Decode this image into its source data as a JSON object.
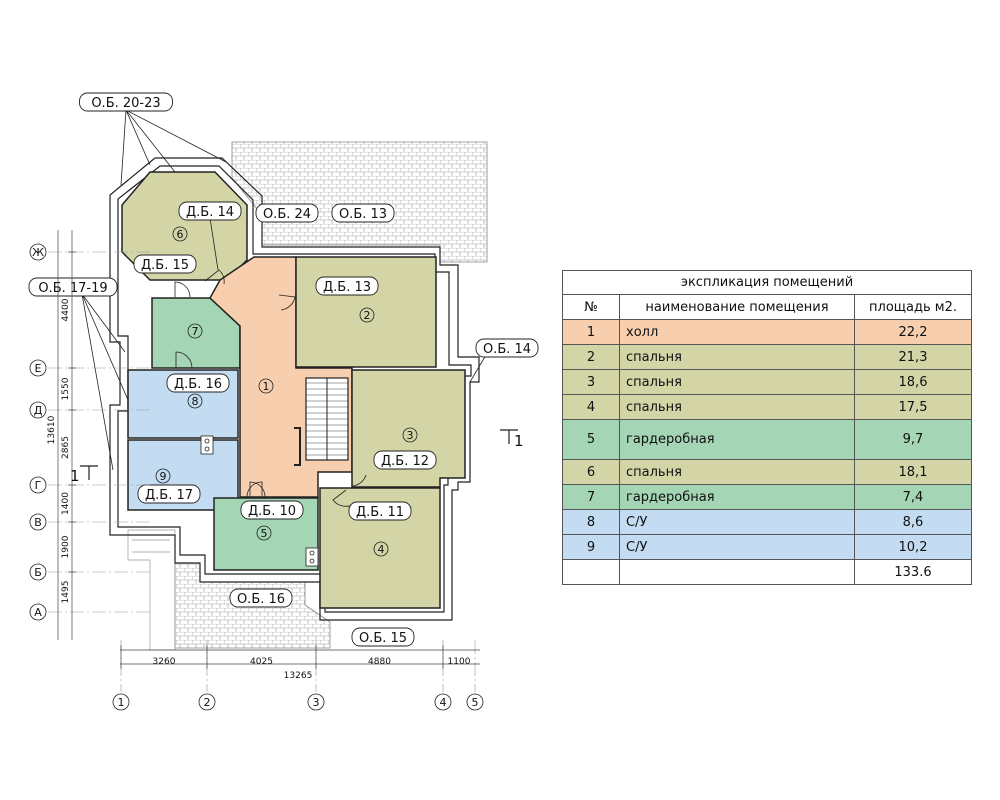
{
  "colors": {
    "hall": "#f8cfae",
    "bedroom": "#d4d5a7",
    "wardrobe": "#a4d5b4",
    "bathroom": "#c3dcf2",
    "line": "#222222",
    "thin": "#777777"
  },
  "rooms": [
    {
      "id": "1",
      "color_key": "hall"
    },
    {
      "id": "2",
      "color_key": "bedroom"
    },
    {
      "id": "3",
      "color_key": "bedroom"
    },
    {
      "id": "4",
      "color_key": "bedroom"
    },
    {
      "id": "5",
      "color_key": "wardrobe"
    },
    {
      "id": "6",
      "color_key": "bedroom"
    },
    {
      "id": "7",
      "color_key": "wardrobe"
    },
    {
      "id": "8",
      "color_key": "bathroom"
    },
    {
      "id": "9",
      "color_key": "bathroom"
    }
  ],
  "tags": [
    "О.Б. 20-23",
    "Д.Б. 14",
    "О.Б. 24",
    "О.Б. 13",
    "Д.Б. 15",
    "О.Б. 17-19",
    "Д.Б. 13",
    "О.Б. 14",
    "Д.Б. 16",
    "Д.Б. 12",
    "Д.Б. 17",
    "Д.Б. 10",
    "Д.Б. 11",
    "О.Б. 16",
    "О.Б. 15"
  ],
  "grid_rows": [
    "Ж",
    "Е",
    "Д",
    "Г",
    "В",
    "Б",
    "А"
  ],
  "grid_cols": [
    "1",
    "2",
    "3",
    "4",
    "5"
  ],
  "dims_vertical": [
    "4400",
    "1550",
    "2865",
    "1400",
    "1900",
    "1495"
  ],
  "dim_vertical_total": "13610",
  "dims_horizontal": [
    "3260",
    "4025",
    "4880",
    "1100"
  ],
  "dim_horizontal_total": "13265",
  "section_marks": [
    "1",
    "1"
  ],
  "explication": {
    "title": "экспликация помещений",
    "headers": [
      "№",
      "наименование помещения",
      "площадь м2."
    ],
    "rows": [
      {
        "no": "1",
        "name": "холл",
        "area": "22,2",
        "color_key": "hall"
      },
      {
        "no": "2",
        "name": "спальня",
        "area": "21,3",
        "color_key": "bedroom"
      },
      {
        "no": "3",
        "name": "спальня",
        "area": "18,6",
        "color_key": "bedroom"
      },
      {
        "no": "4",
        "name": "спальня",
        "area": "17,5",
        "color_key": "bedroom"
      },
      {
        "no": "5",
        "name": "гардеробная",
        "area": "9,7",
        "color_key": "wardrobe"
      },
      {
        "no": "6",
        "name": "спальня",
        "area": "18,1",
        "color_key": "bedroom"
      },
      {
        "no": "7",
        "name": "гардеробная",
        "area": "7,4",
        "color_key": "wardrobe"
      },
      {
        "no": "8",
        "name": "С/У",
        "area": "8,6",
        "color_key": "bathroom"
      },
      {
        "no": "9",
        "name": "С/У",
        "area": "10,2",
        "color_key": "bathroom"
      }
    ],
    "total": "133.6"
  }
}
